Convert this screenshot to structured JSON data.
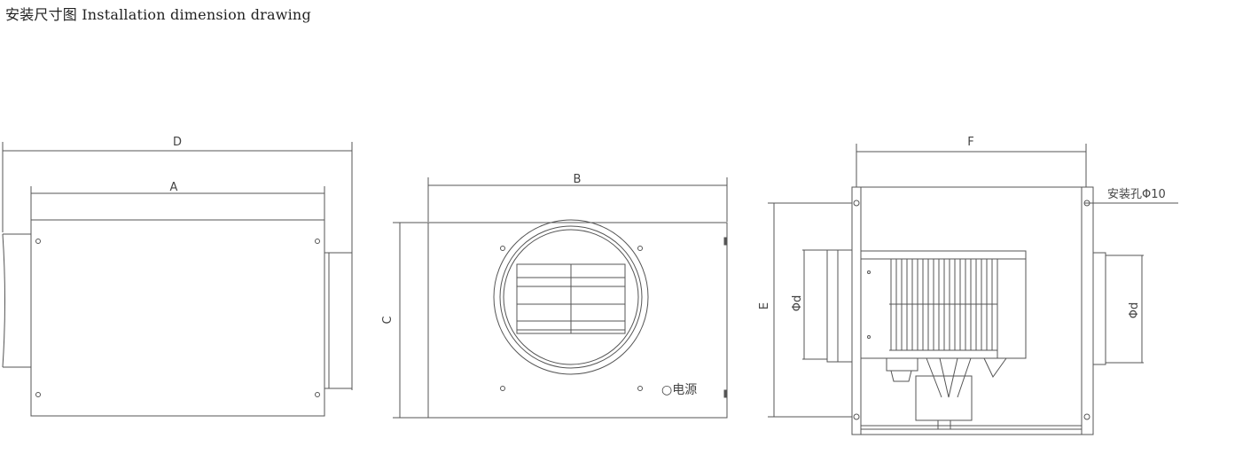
{
  "title": "安装尺寸图 Installation dimension drawing",
  "views": {
    "side": {
      "label_outer": "D",
      "label_inner": "A"
    },
    "front": {
      "label_width": "B",
      "label_height": "C",
      "power_label": "○电源"
    },
    "right": {
      "label_width": "F",
      "label_height": "E",
      "label_inlet": "Φd",
      "label_outlet": "Φd",
      "mount_hole_label": "安装孔Φ10"
    }
  }
}
